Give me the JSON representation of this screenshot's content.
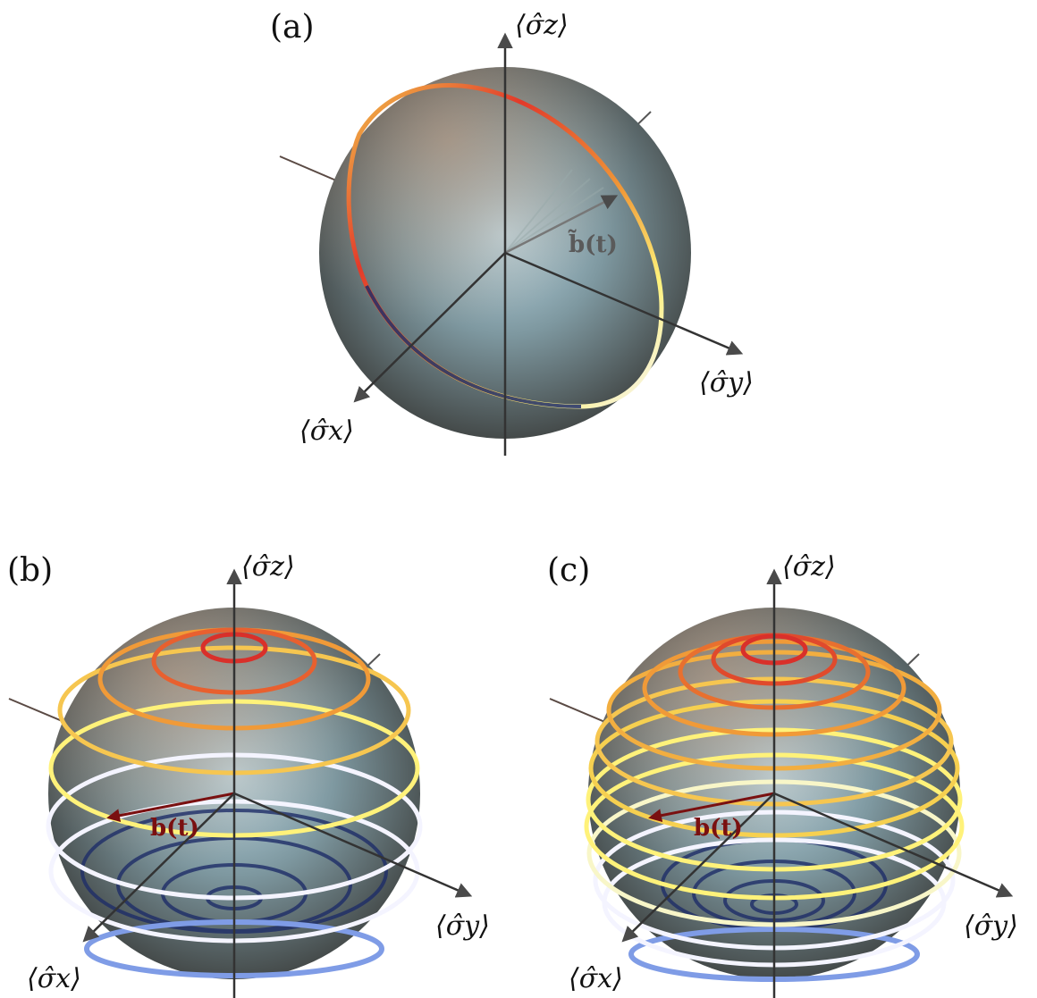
{
  "panels": [
    {
      "id": "a",
      "label": "(a)",
      "vector_label": "b̃(t)",
      "vector_color": "#5a5a5a"
    },
    {
      "id": "b",
      "label": "(b)",
      "vector_label": "b(t)",
      "vector_color": "#7a1010"
    },
    {
      "id": "c",
      "label": "(c)",
      "vector_label": "b(t)",
      "vector_color": "#7a1010"
    }
  ],
  "axes": {
    "x": "⟨σ̂x⟩",
    "y": "⟨σ̂y⟩",
    "z": "⟨σ̂z⟩"
  },
  "colors": {
    "sphere_dark": "#3a3c3a",
    "sphere_light": "#a9c8d6",
    "axis": "#444444",
    "trajectory_hot": "#d9302a",
    "trajectory_warm": "#f0a33a",
    "trajectory_yellow": "#fff27a",
    "trajectory_white": "#f4f4ff",
    "trajectory_blue": "#1e2d68"
  }
}
